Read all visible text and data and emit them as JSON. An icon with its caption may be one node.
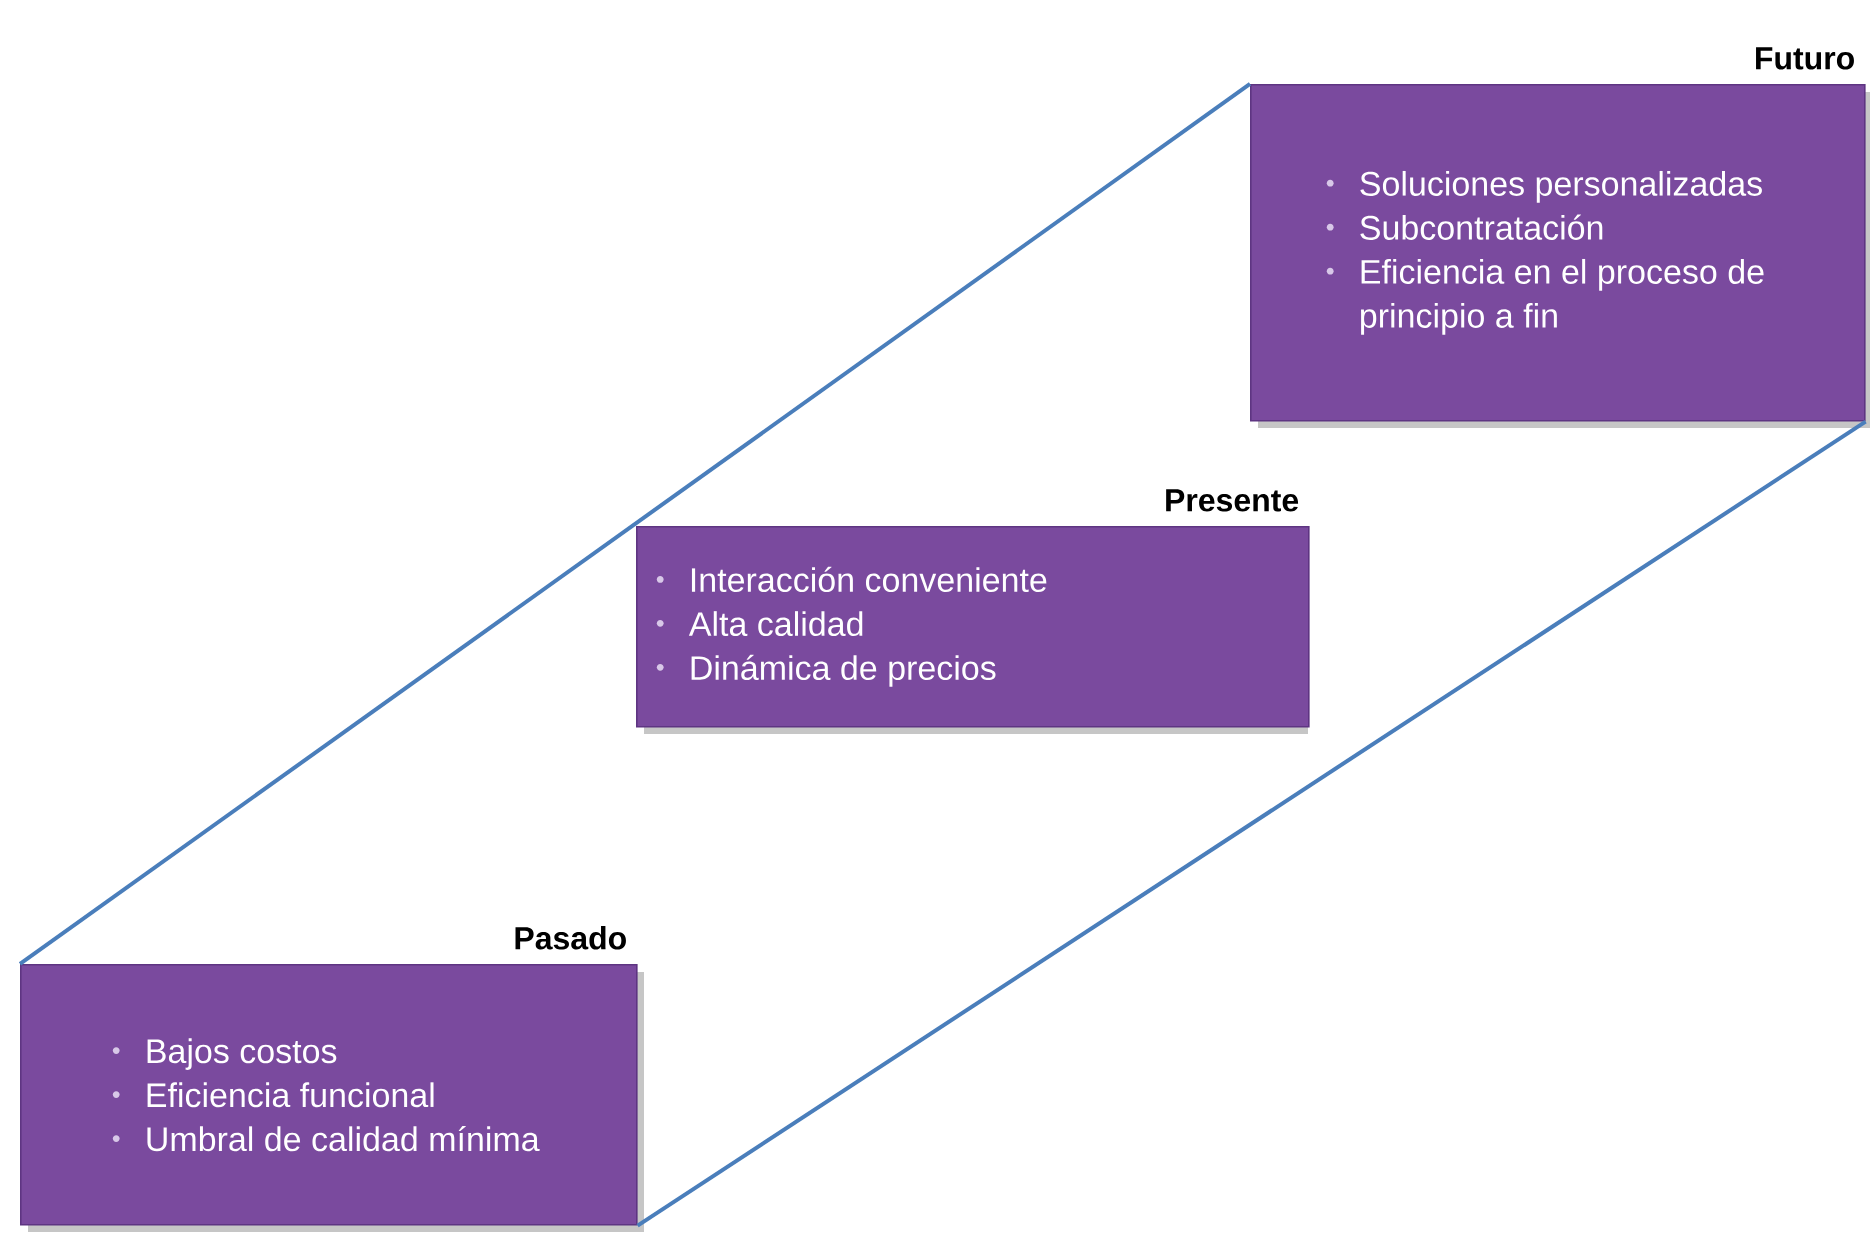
{
  "diagram": {
    "nodes": [
      {
        "text": [
          "Pasado",
          "Bajos costos",
          "Eficiencia funcional",
          "Umbral de calidad mínima"
        ]
      },
      {
        "text": [
          "Presente",
          "Interacción conveniente",
          "Alta calidad",
          "Dinámica de precios"
        ]
      },
      {
        "text": [
          "Futuro",
          "Soluciones personalizadas",
          "Subcontratación",
          "Eficiencia en el proceso de principio a fin"
        ]
      }
    ],
    "edges": [
      {
        "from": 0,
        "to": 2,
        "arrow": "none"
      },
      {
        "from": 0,
        "to": 2,
        "arrow": "none"
      }
    ]
  }
}
